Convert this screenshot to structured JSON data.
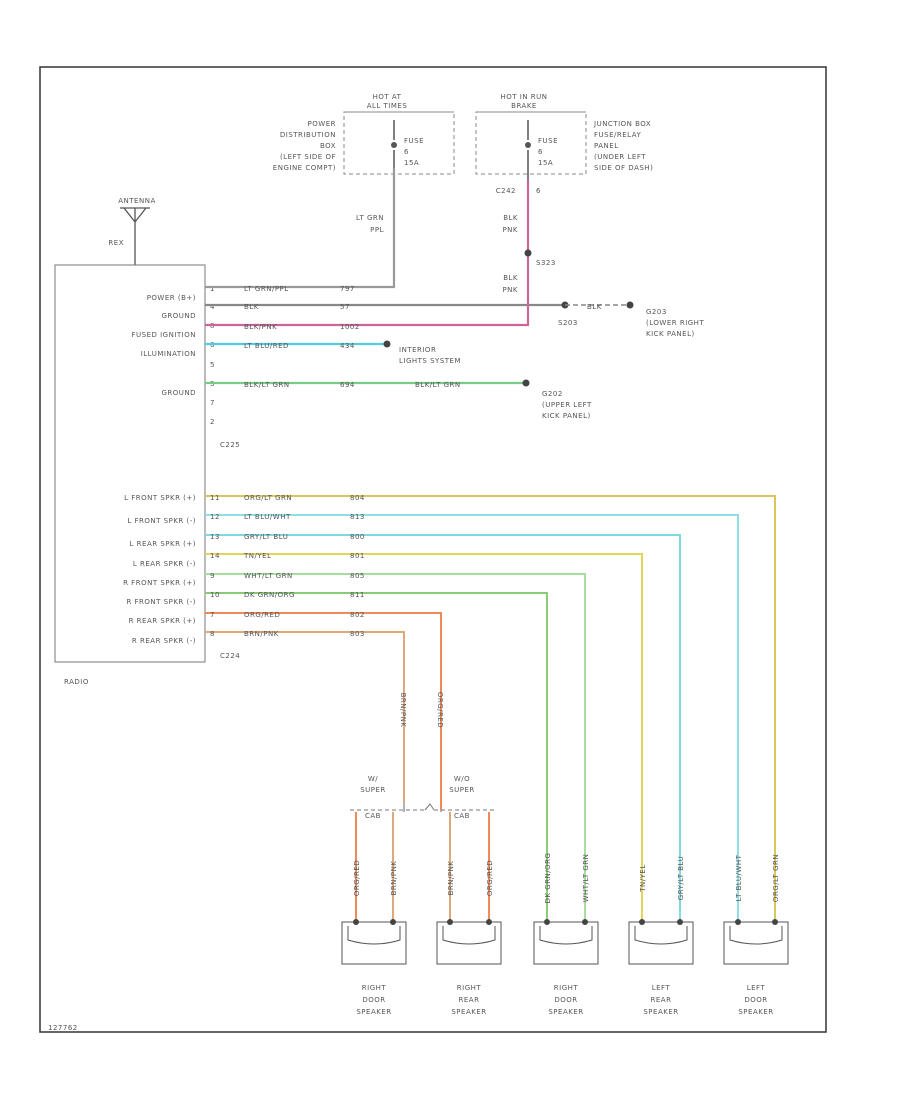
{
  "fuse1": {
    "title": [
      "HOT AT",
      "ALL TIMES"
    ],
    "source": [
      "POWER",
      "DISTRIBUTION",
      "BOX",
      "(LEFT SIDE OF",
      "ENGINE COMPT)"
    ],
    "fuse": [
      "FUSE",
      "6",
      "15A"
    ]
  },
  "fuse2": {
    "title": [
      "HOT IN RUN",
      "BRAKE"
    ],
    "source": [
      "JUNCTION BOX",
      "FUSE/RELAY",
      "PANEL",
      "(UNDER LEFT",
      "SIDE OF DASH)"
    ],
    "fuse": [
      "FUSE",
      "6",
      "15A"
    ],
    "connector": "C242",
    "pin": "6"
  },
  "antenna": {
    "label": "ANTENNA",
    "rex": "REX"
  },
  "radio": {
    "label": "RADIO",
    "connector_upper": "C225",
    "connector_lower": "C224",
    "upper_pins": [
      {
        "name": "POWER (B+)",
        "pin": "1",
        "wire": "LT GRN/PPL",
        "circuit": "797"
      },
      {
        "name": "GROUND",
        "pin": "4",
        "wire": "BLK",
        "circuit": "57"
      },
      {
        "name": "FUSED IGNITION",
        "pin": "8",
        "wire": "BLK/PNK",
        "circuit": "1002"
      },
      {
        "name": "ILLUMINATION",
        "pin": "6",
        "wire": "LT BLU/RED",
        "circuit": "434"
      },
      {
        "name": "",
        "pin": "5",
        "wire": "",
        "circuit": ""
      },
      {
        "name": "GROUND",
        "pin": "3",
        "wire": "BLK/LT GRN",
        "circuit": "694"
      },
      {
        "name": "",
        "pin": "7",
        "wire": "",
        "circuit": ""
      },
      {
        "name": "",
        "pin": "2",
        "wire": "",
        "circuit": ""
      }
    ],
    "speaker_pins": [
      {
        "name": "L FRONT SPKR (+)",
        "pin": "11",
        "wire": "ORG/LT GRN",
        "circuit": "804"
      },
      {
        "name": "L FRONT SPKR (-)",
        "pin": "12",
        "wire": "LT BLU/WHT",
        "circuit": "813"
      },
      {
        "name": "L REAR SPKR (+)",
        "pin": "13",
        "wire": "GRY/LT BLU",
        "circuit": "800"
      },
      {
        "name": "L REAR SPKR (-)",
        "pin": "14",
        "wire": "TN/YEL",
        "circuit": "801"
      },
      {
        "name": "R FRONT SPKR (+)",
        "pin": "9",
        "wire": "WHT/LT GRN",
        "circuit": "805"
      },
      {
        "name": "R FRONT SPKR (-)",
        "pin": "10",
        "wire": "DK GRN/ORG",
        "circuit": "811"
      },
      {
        "name": "R REAR SPKR (+)",
        "pin": "7",
        "wire": "ORG/RED",
        "circuit": "802"
      },
      {
        "name": "R REAR SPKR (-)",
        "pin": "8",
        "wire": "BRN/PNK",
        "circuit": "803"
      }
    ]
  },
  "wires": {
    "fuse1_down": {
      "wire": [
        "LT GRN",
        "PPL"
      ]
    },
    "fuse2_down": {
      "wire": [
        "BLK",
        "PNK"
      ]
    },
    "splice_s323": "S323",
    "s323_down": {
      "wire": [
        "BLK",
        "PNK"
      ]
    },
    "s203": "S203",
    "g203_wire": "BLK",
    "g203": [
      "G203",
      "(LOWER RIGHT",
      "KICK PANEL)"
    ],
    "illum_dest": [
      "INTERIOR",
      "LIGHTS SYSTEM"
    ],
    "ground2_wire": "BLK/LT GRN",
    "ground2_circuit": "694",
    "g202": [
      "G202",
      "(UPPER LEFT",
      "KICK PANEL)"
    ]
  },
  "variants": {
    "left": [
      "W/",
      "SUPER",
      "CAB"
    ],
    "right": [
      "W/O",
      "SUPER",
      "CAB"
    ],
    "vert_wire_a": "ORG/RED",
    "vert_wire_b": "BRN/PNK"
  },
  "speakers": [
    {
      "name": [
        "RIGHT",
        "DOOR",
        "SPEAKER"
      ],
      "wires": [
        "ORG/RED",
        "BRN/PNK"
      ],
      "colors": [
        "#ee8a58",
        "#e0a878"
      ]
    },
    {
      "name": [
        "RIGHT",
        "REAR",
        "SPEAKER"
      ],
      "wires": [
        "BRN/PNK",
        "ORG/RED"
      ],
      "colors": [
        "#e0a878",
        "#ee8a58"
      ]
    },
    {
      "name": [
        "RIGHT",
        "DOOR",
        "SPEAKER"
      ],
      "wires": [
        "DK GRN/ORG",
        "WHT/LT GRN"
      ],
      "colors": [
        "#88cc77",
        "#a8dda0"
      ]
    },
    {
      "name": [
        "LEFT",
        "REAR",
        "SPEAKER"
      ],
      "wires": [
        "TN/YEL",
        "GRY/LT BLU"
      ],
      "colors": [
        "#e6d35a",
        "#7fd9dd"
      ]
    },
    {
      "name": [
        "LEFT",
        "DOOR",
        "SPEAKER"
      ],
      "wires": [
        "LT BLU/WHT",
        "ORG/LT GRN"
      ],
      "colors": [
        "#8ee0e8",
        "#d8c85a"
      ]
    }
  ],
  "footer_code": "127762",
  "colors": {
    "frame": "#333333",
    "box": "#777777",
    "gray_wire": "#aaaaaa",
    "power_wire": "#999999",
    "ground_wire": "#888888",
    "pink_wire": "#cc6699",
    "illum_wire": "#55ccdd",
    "ground2_wire": "#77cc88",
    "lfront_pos": "#d8c85a",
    "lfront_neg": "#8ee0e8",
    "lrear_pos": "#7fd9dd",
    "lrear_neg": "#e6d35a",
    "rfront_pos": "#a8dda0",
    "rfront_neg": "#88cc77",
    "rrear_pos": "#ee8a58",
    "rrear_neg": "#e0a878"
  }
}
